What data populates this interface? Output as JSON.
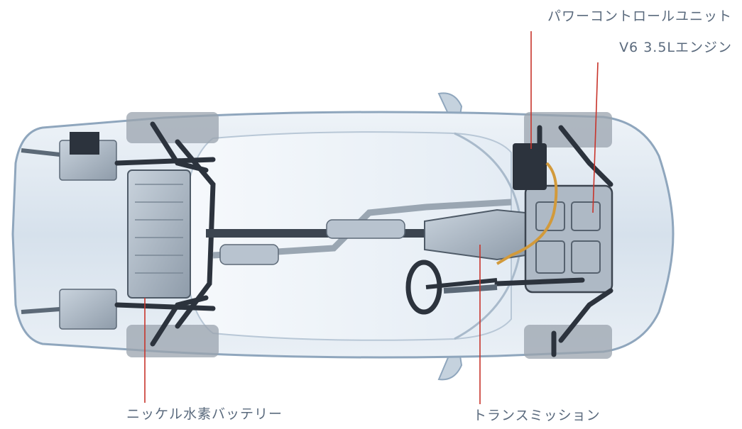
{
  "labels": {
    "power_control_unit": "パワーコントロールユニット",
    "engine": "V6 3.5Lエンジン",
    "battery": "ニッケル水素バッテリー",
    "transmission": "トランスミッション"
  },
  "colors": {
    "label_text": "#5a6a7d",
    "leader_line": "#c8342b",
    "body_glass": "#dfe8f2",
    "body_edge": "#8fa6bd",
    "mechanical": "#2c333d",
    "wheel": "#9aa3ad"
  }
}
